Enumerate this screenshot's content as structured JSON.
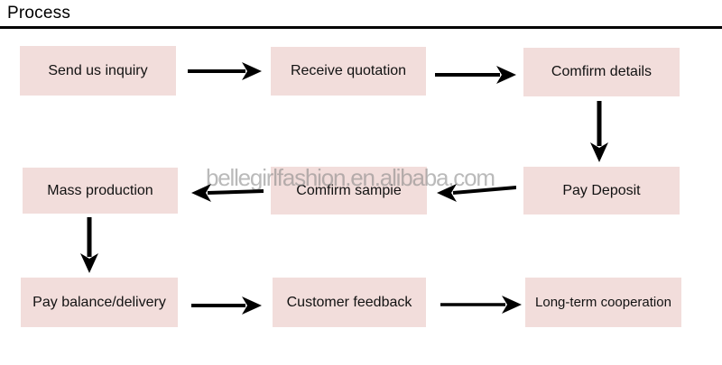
{
  "header": {
    "title": "Process"
  },
  "watermark": {
    "text": "bellegirlfashion.en.alibaba.com"
  },
  "colors": {
    "box_fill": "#f2dddb",
    "arrow": "#000000",
    "rule": "#000000",
    "watermark": "#828282"
  },
  "flow": {
    "steps": [
      {
        "id": "send-us-inquiry",
        "label": "Send us inquiry"
      },
      {
        "id": "receive-quotation",
        "label": "Receive quotation"
      },
      {
        "id": "comfirm-details",
        "label": "Comfirm details"
      },
      {
        "id": "pay-deposit",
        "label": "Pay Deposit"
      },
      {
        "id": "comfirm-sampie",
        "label": "Comfirm sampie"
      },
      {
        "id": "mass-production",
        "label": "Mass production"
      },
      {
        "id": "pay-balance-delivery",
        "label": "Pay balance/delivery"
      },
      {
        "id": "customer-feedback",
        "label": "Customer feedback"
      },
      {
        "id": "long-term-cooperation",
        "label": "Long-term cooperation"
      }
    ],
    "connections": [
      {
        "from": "Send us inquiry",
        "to": "Receive quotation",
        "direction": "right"
      },
      {
        "from": "Receive quotation",
        "to": "Comfirm details",
        "direction": "right"
      },
      {
        "from": "Comfirm details",
        "to": "Pay Deposit",
        "direction": "down"
      },
      {
        "from": "Pay Deposit",
        "to": "Comfirm sampie",
        "direction": "left"
      },
      {
        "from": "Comfirm sampie",
        "to": "Mass production",
        "direction": "left"
      },
      {
        "from": "Mass production",
        "to": "Pay balance/delivery",
        "direction": "down"
      },
      {
        "from": "Pay balance/delivery",
        "to": "Customer feedback",
        "direction": "right"
      },
      {
        "from": "Customer feedback",
        "to": "Long-term cooperation",
        "direction": "right"
      }
    ]
  }
}
